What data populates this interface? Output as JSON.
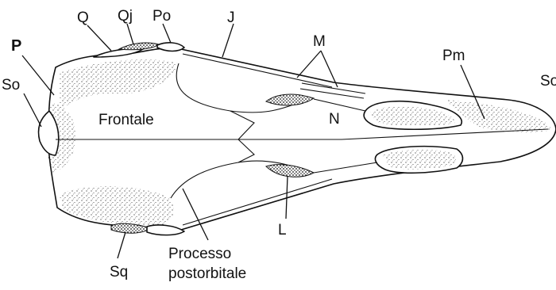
{
  "labels": {
    "P": "P",
    "So_left": "So",
    "Q": "Q",
    "Qj": "Qj",
    "Po": "Po",
    "J": "J",
    "M": "M",
    "Pm": "Pm",
    "So_right": "So",
    "Frontale": "Frontale",
    "N": "N",
    "L": "L",
    "Sq": "Sq",
    "Processo": "Processo",
    "postorbitale": "postorbitale"
  }
}
